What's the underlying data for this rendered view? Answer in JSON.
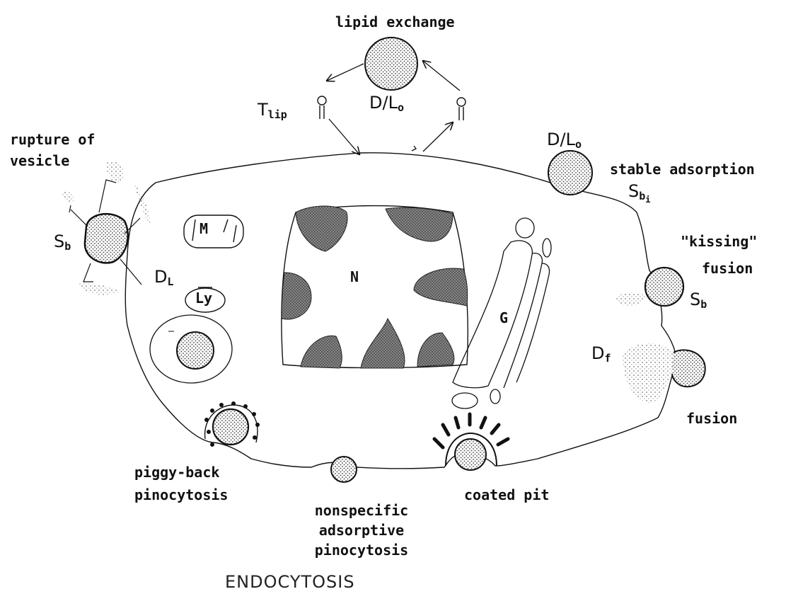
{
  "labels": {
    "lipid_exchange": "lipid exchange",
    "t_main": "T",
    "t_sub": "lip",
    "dlo_top_main": "D/L",
    "dlo_top_sub": "o",
    "dlo_right_main": "D/L",
    "dlo_right_sub": "o",
    "rupture_line1": "rupture of",
    "rupture_line2": "vesicle",
    "stable_adsorption": "stable adsorption",
    "sbi_main": "S",
    "sbi_sub": "b",
    "sbi_subsub": "i",
    "sb_left_main": "S",
    "sb_left_sub": "b",
    "m": "M",
    "dl_main": "D",
    "dl_sub": "L",
    "ly": "Ly",
    "n": "N",
    "g": "G",
    "kissing": "\"kissing\"",
    "kissing_fusion": "fusion",
    "sb_right_main": "S",
    "sb_right_sub": "b",
    "df_main": "D",
    "df_sub": "f",
    "fusion": "fusion",
    "piggy_line1": "piggy-back",
    "piggy_line2": "pinocytosis",
    "nonspecific_line1": "nonspecific",
    "nonspecific_line2": "adsorptive",
    "nonspecific_line3": "pinocytosis",
    "coated_pit": "coated pit",
    "title": "ENDOCYTOSIS"
  },
  "colors": {
    "ink": "#111111",
    "stipple": "#555555",
    "nucleus_fill": "#4a4a4a"
  }
}
